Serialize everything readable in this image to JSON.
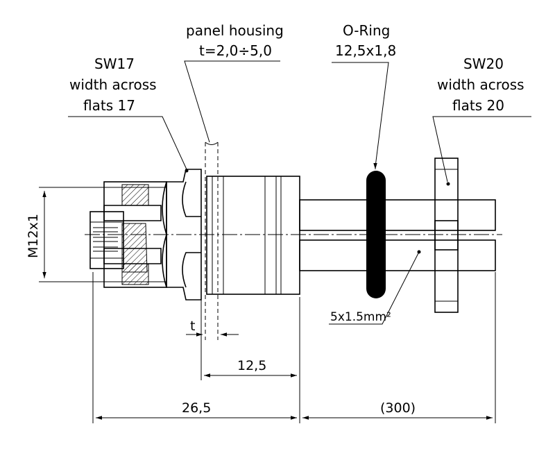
{
  "labels": {
    "panel_housing": "panel housing",
    "panel_thickness": "t=2,0÷5,0",
    "o_ring": "O-Ring",
    "o_ring_size": "12,5x1,8",
    "sw17": "SW17",
    "sw17_line2": "width across",
    "sw17_line3": "flats 17",
    "sw20": "SW20",
    "sw20_line2": "width across",
    "sw20_line3": "flats 20",
    "thread": "M12x1",
    "cable": "5x1.5mm²",
    "t_marker": "t"
  },
  "dimensions": {
    "d_12_5": "12,5",
    "d_26_5": "26,5",
    "d_300": "(300)"
  }
}
